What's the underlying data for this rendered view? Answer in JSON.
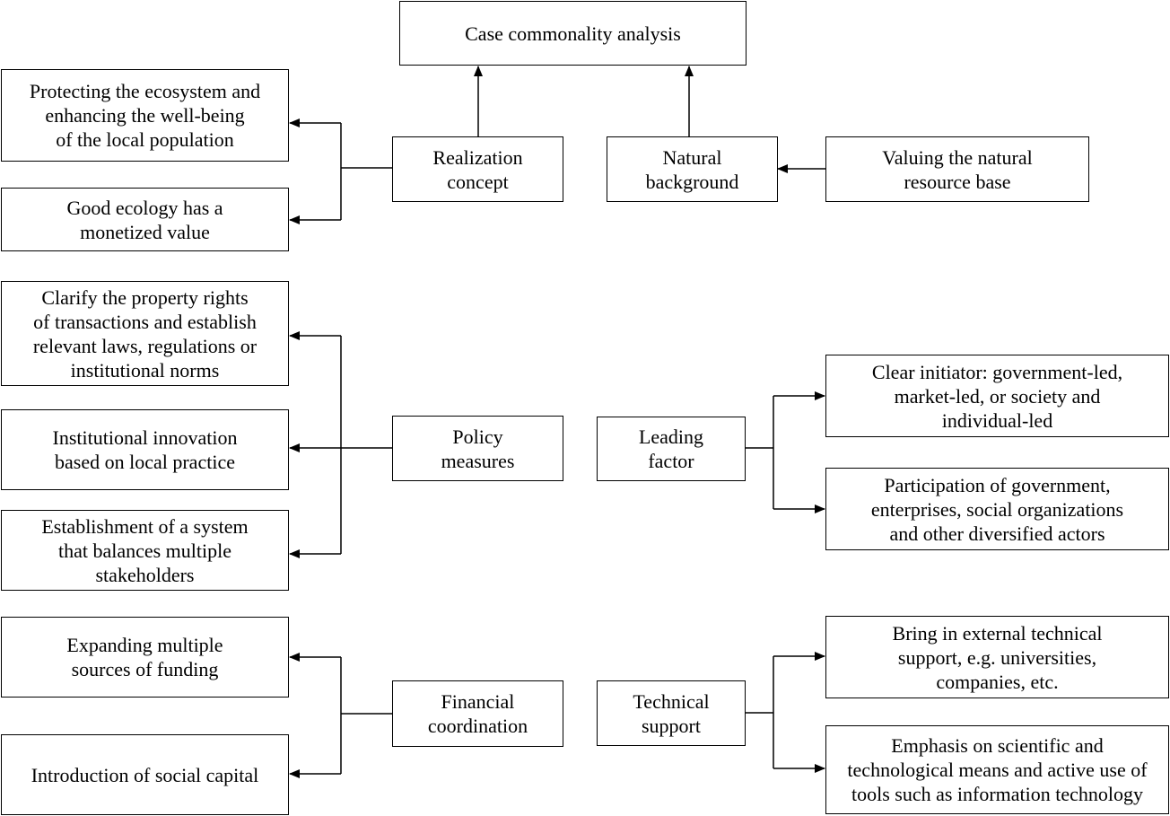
{
  "nodes": {
    "case_commonality": "Case commonality analysis",
    "realization": "Realization\nconcept",
    "protecting": "Protecting the ecosystem and\nenhancing the well-being\nof the local population",
    "good_ecology": "Good ecology has a\nmonetized value",
    "natural_background": "Natural\nbackground",
    "valuing": "Valuing the natural\nresource base",
    "policy": "Policy\nmeasures",
    "clarify": "Clarify the property rights\nof transactions and establish\nrelevant laws, regulations or\ninstitutional norms",
    "institutional": "Institutional innovation\nbased on local practice",
    "establishment": "Establishment of a system\nthat balances multiple\nstakeholders",
    "leading": "Leading\nfactor",
    "clear_initiator": "Clear initiator: government-led,\nmarket-led, or society and\nindividual-led",
    "participation": "Participation of government,\nenterprises, social organizations\nand other diversified actors",
    "financial": "Financial\ncoordination",
    "expanding": "Expanding multiple\nsources of funding",
    "social_capital": "Introduction of social capital",
    "technical": "Technical\nsupport",
    "bring_in": "Bring in external technical\nsupport, e.g. universities,\ncompanies, etc.",
    "emphasis": "Emphasis on scientific and\ntechnological means and active use of\ntools such as information technology"
  }
}
